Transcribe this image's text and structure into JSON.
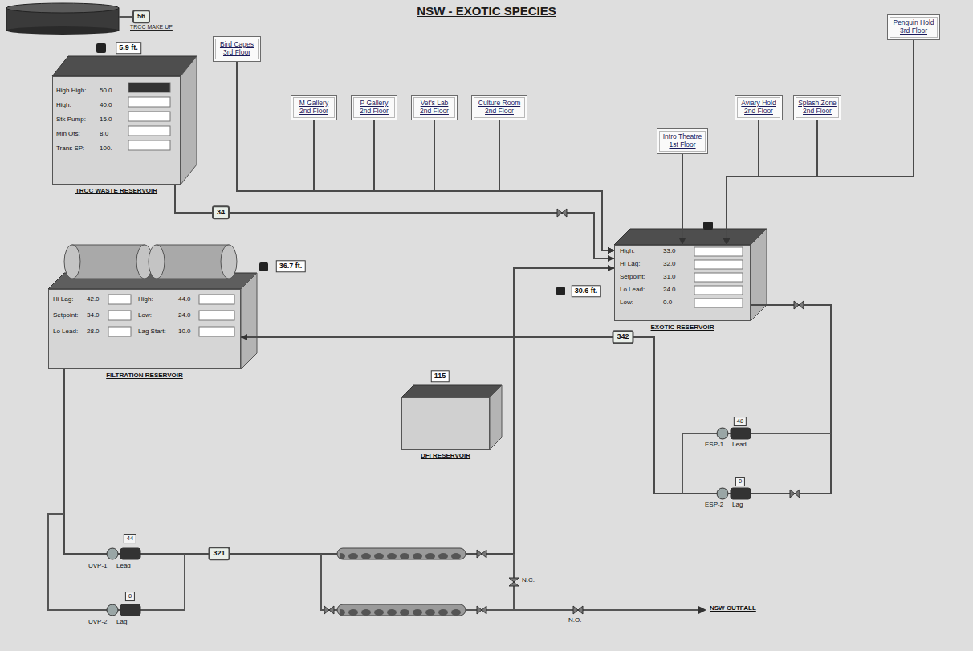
{
  "diagram": {
    "title": "NSW - EXOTIC SPECIES",
    "nodes": [
      {
        "text": [
          "TRCC WASTE RESERVOIR"
        ]
      },
      {
        "text": [
          "Bird Cages 3rd Floor"
        ]
      },
      {
        "text": [
          "M Gallery 2nd Floor"
        ]
      },
      {
        "text": [
          "P Gallery 2nd Floor"
        ]
      },
      {
        "text": [
          "Vet's Lab 2nd Floor"
        ]
      },
      {
        "text": [
          "Culture Room 2nd Floor"
        ]
      },
      {
        "text": [
          "Penguin Hold 3rd Floor"
        ]
      },
      {
        "text": [
          "Aviary Hold 2nd Floor"
        ]
      },
      {
        "text": [
          "Splash Zone 2nd Floor"
        ]
      },
      {
        "text": [
          "Intro Theatre 1st Floor"
        ]
      },
      {
        "text": [
          "EXOTIC RESERVOIR"
        ]
      },
      {
        "text": [
          "FILTRATION RESERVOIR"
        ]
      },
      {
        "text": [
          "DFI RESERVOIR"
        ]
      }
    ],
    "edges": [
      {
        "from": 0,
        "to": 10,
        "arrow": "to"
      },
      {
        "from": 1,
        "to": 10,
        "arrow": "to"
      },
      {
        "from": 2,
        "to": 10,
        "arrow": "to"
      },
      {
        "from": 3,
        "to": 10,
        "arrow": "to"
      },
      {
        "from": 4,
        "to": 10,
        "arrow": "to"
      },
      {
        "from": 5,
        "to": 10,
        "arrow": "to"
      },
      {
        "from": 6,
        "to": 10,
        "arrow": "to"
      },
      {
        "from": 7,
        "to": 10,
        "arrow": "to"
      },
      {
        "from": 8,
        "to": 10,
        "arrow": "to"
      },
      {
        "from": 9,
        "to": 10,
        "arrow": "to"
      },
      {
        "from": 10,
        "to": 11,
        "arrow": "to"
      },
      {
        "from": 11,
        "to": 10,
        "arrow": "to"
      }
    ],
    "labels": [
      "56",
      "TRCC MAKE UP",
      "5.9 ft.",
      "High High:",
      "50.0",
      "High:",
      "40.0",
      "Stk Pump:",
      "15.0",
      "Min Ofs:",
      "8.0",
      "Trans SP:",
      "100.",
      "34",
      "30.6 ft.",
      "High:",
      "33.0",
      "Hi Lag:",
      "32.0",
      "Setpoint:",
      "31.0",
      "Lo Lead:",
      "24.0",
      "Low:",
      "0.0",
      "36.7 ft.",
      "Hi Lag:",
      "42.0",
      "High:",
      "44.0",
      "Setpoint:",
      "34.0",
      "Low:",
      "24.0",
      "Lo Lead:",
      "28.0",
      "Lag Start:",
      "10.0",
      "342",
      "115",
      "48",
      "ESP-1",
      "Lead",
      "0",
      "ESP-2",
      "Lag",
      "44",
      "UVP-1",
      "Lead",
      "0",
      "UVP-2",
      "Lag",
      "321",
      "N.C.",
      "N.O.",
      "NSW OUTFALL"
    ]
  }
}
